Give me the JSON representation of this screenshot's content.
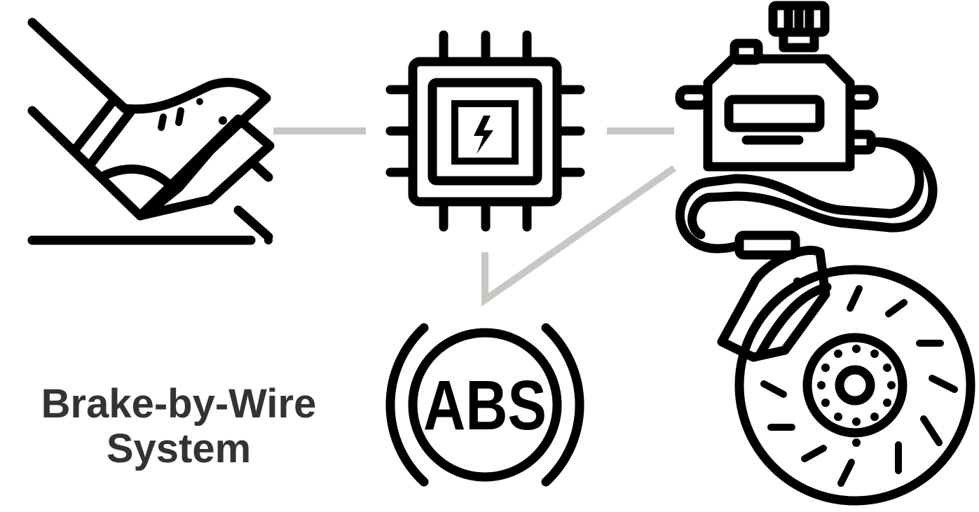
{
  "title": {
    "line1": "Brake-by-Wire",
    "line2": "System"
  },
  "abs_icon": {
    "label": "ABS"
  },
  "colors": {
    "icon_stroke": "#000000",
    "connector": "#c9c6c4",
    "title_text": "#333333",
    "background": "#ffffff"
  },
  "icons": [
    "brake-pedal-icon",
    "ecu-chip-icon",
    "abs-warning-icon",
    "brake-actuator-caliper-icon"
  ]
}
